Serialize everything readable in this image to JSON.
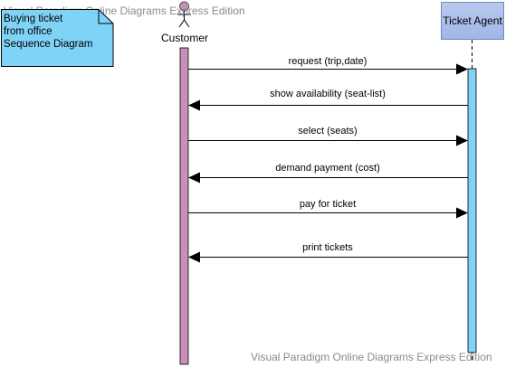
{
  "watermark": {
    "top": "Visual Paradigm Online Diagrams Express Edition",
    "bottom": "Visual Paradigm Online Diagrams Express Edition"
  },
  "note": {
    "text": "Buying ticket\nfrom office\nSequence Diagram",
    "fill": "#7fd3f7"
  },
  "participants": {
    "customer": {
      "name": "Customer",
      "activation_color": "#c98fb9"
    },
    "agent": {
      "name": "Ticket Agent",
      "activation_color": "#7fd3f7"
    }
  },
  "messages": [
    {
      "label": "request (trip,date)",
      "direction": "to-agent"
    },
    {
      "label": "show availability (seat-list)",
      "direction": "to-customer"
    },
    {
      "label": "select (seats)",
      "direction": "to-agent"
    },
    {
      "label": "demand payment (cost)",
      "direction": "to-customer"
    },
    {
      "label": "pay for ticket",
      "direction": "to-agent"
    },
    {
      "label": "print tickets",
      "direction": "to-customer"
    }
  ]
}
